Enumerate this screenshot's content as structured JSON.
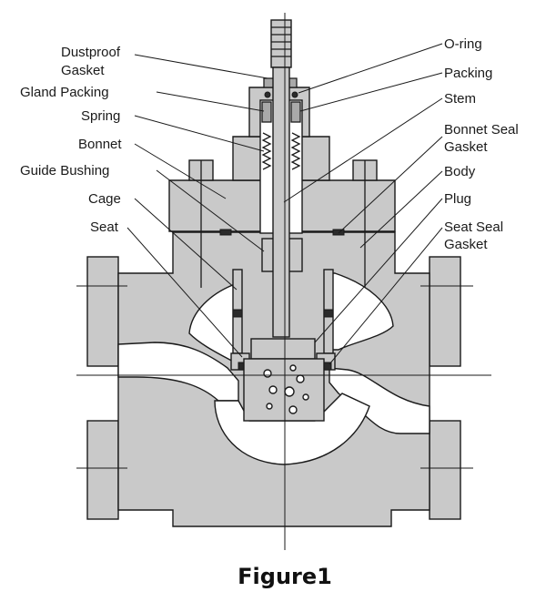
{
  "caption": "Figure1",
  "labels": {
    "dustproof_gasket": [
      "Dustproof",
      "Gasket"
    ],
    "gland_packing": "Gland Packing",
    "spring": "Spring",
    "bonnet": "Bonnet",
    "guide_bushing": "Guide Bushing",
    "cage": "Cage",
    "seat": "Seat",
    "o_ring": "O-ring",
    "packing": "Packing",
    "stem": "Stem",
    "bonnet_seal_gasket": [
      "Bonnet Seal",
      "Gasket"
    ],
    "body": "Body",
    "plug": "Plug",
    "seat_seal_gasket": [
      "Seat Seal",
      "Gasket"
    ]
  }
}
